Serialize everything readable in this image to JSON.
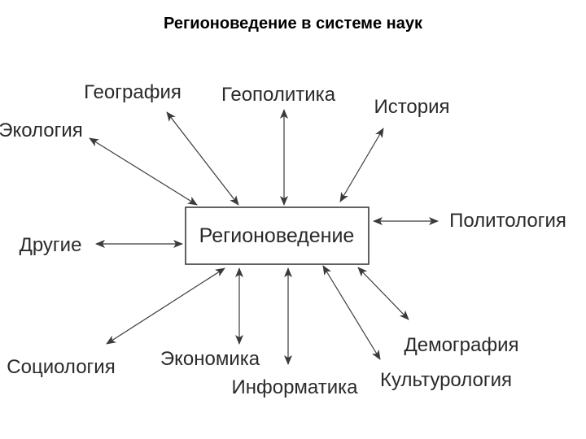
{
  "title": "Регионоведение в системе наук",
  "center": "Регионоведение",
  "nodes": {
    "geography": "География",
    "geopolitics": "Геополитика",
    "history": "История",
    "ecology": "Экология",
    "politology": "Политология",
    "other": "Другие",
    "demography": "Демография",
    "culturology": "Культурология",
    "sociology": "Социология",
    "economics": "Экономика",
    "informatics": "Информатика"
  },
  "colors": {
    "ink": "#2a2a2a",
    "background": "#ffffff"
  }
}
